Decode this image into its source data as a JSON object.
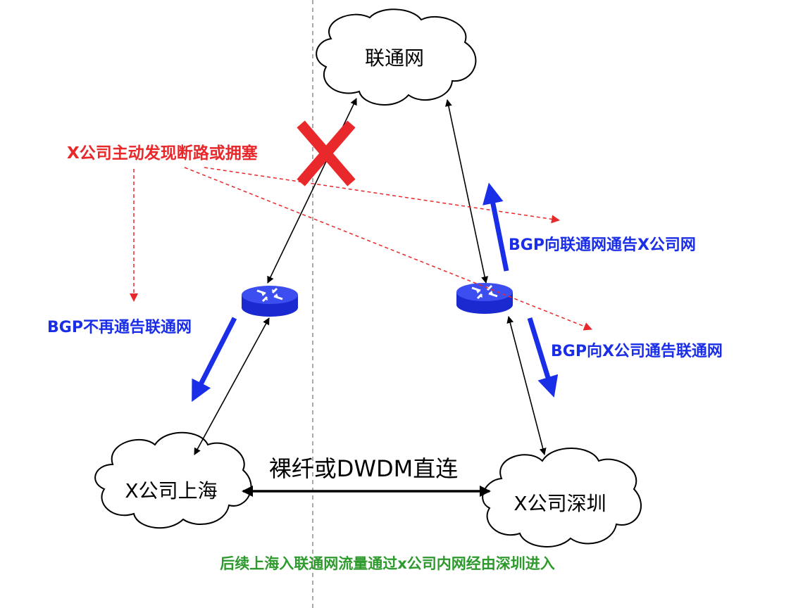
{
  "clouds": {
    "unicom": "联通网",
    "shanghai": "X公司上海",
    "shenzhen": "X公司深圳"
  },
  "labels": {
    "fault": "X公司主动发现断路或拥塞",
    "bgp_stop": "BGP不再通告联通网",
    "bgp_to_unicom": "BGP向联通网通告X公司网",
    "bgp_to_x": "BGP向X公司通告联通网",
    "direct_link": "裸纤或DWDM直连",
    "result": "后续上海入联通网流量通过x公司内网经由深圳进入"
  },
  "colors": {
    "red": "#e8282b",
    "blue": "#1a2ee8",
    "green": "#2e9a2e",
    "router": "#2233dd"
  },
  "icons": [
    "cross-mark-icon",
    "router-icon",
    "cloud-icon"
  ]
}
